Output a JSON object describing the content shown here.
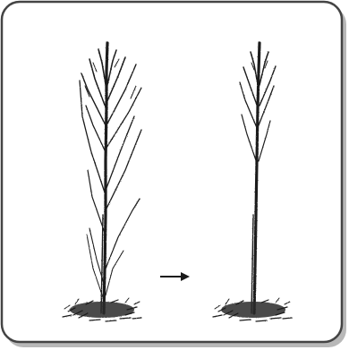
{
  "illustration": {
    "panels": [
      {
        "state": "before-pruning"
      },
      {
        "state": "after-pruning"
      }
    ],
    "transition": "arrow-right"
  },
  "colors": {
    "ink": "#1a1a1a",
    "frame_border": "#444444",
    "shadow": "#b8b8b8",
    "background": "#ffffff"
  }
}
